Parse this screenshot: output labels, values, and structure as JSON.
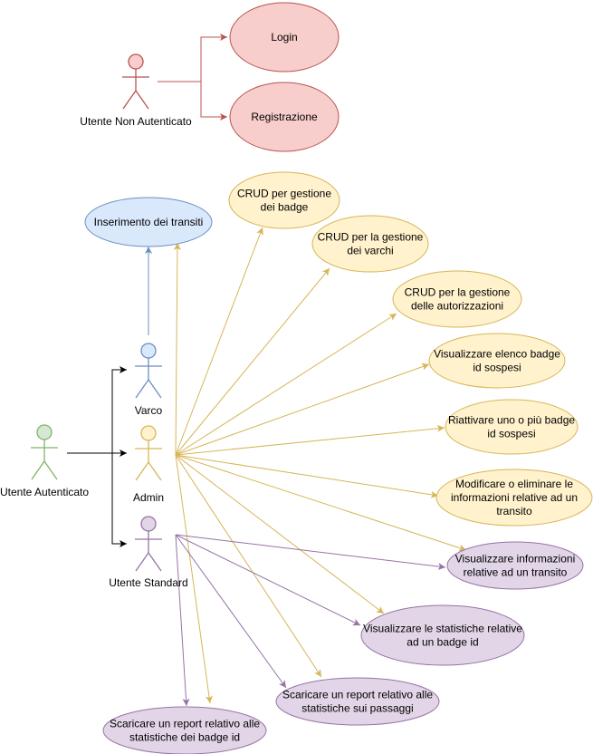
{
  "colors": {
    "red_stroke": "#b85450",
    "red_fill": "#f8cecc",
    "yellow_stroke": "#d6b656",
    "yellow_fill": "#fff2cc",
    "blue_stroke": "#6c8ebf",
    "blue_fill": "#dae8fc",
    "purple_stroke": "#9673a6",
    "purple_fill": "#e1d5e7",
    "green_stroke": "#82b366",
    "green_fill": "#d5e8d4",
    "black": "#000000"
  },
  "actors": {
    "non_auth": {
      "label": "Utente Non Autenticato",
      "color": "red"
    },
    "auth": {
      "label": "Utente Autenticato",
      "color": "green"
    },
    "varco": {
      "label": "Varco",
      "color": "blue"
    },
    "admin": {
      "label": "Admin",
      "color": "yellow"
    },
    "standard": {
      "label": "Utente Standard",
      "color": "purple"
    }
  },
  "use_cases": {
    "login": {
      "lines": [
        "Login"
      ],
      "color": "red"
    },
    "registrazione": {
      "lines": [
        "Registrazione"
      ],
      "color": "red"
    },
    "inserimento": {
      "lines": [
        "Inserimento dei transiti"
      ],
      "color": "blue"
    },
    "crud_badge": {
      "lines": [
        "CRUD per gestione",
        "dei badge"
      ],
      "color": "yellow"
    },
    "crud_varchi": {
      "lines": [
        "CRUD per la gestione",
        "dei varchi"
      ],
      "color": "yellow"
    },
    "crud_autorizzazioni": {
      "lines": [
        "CRUD per la gestione",
        "delle autorizzazioni"
      ],
      "color": "yellow"
    },
    "elenco_sospesi": {
      "lines": [
        "Visualizzare elenco badge",
        "id sospesi"
      ],
      "color": "yellow"
    },
    "riattivare": {
      "lines": [
        "Riattivare uno o più badge",
        "id sospesi"
      ],
      "color": "yellow"
    },
    "modificare": {
      "lines": [
        "Modificare o eliminare le",
        "informazioni relative ad un",
        "transito"
      ],
      "color": "yellow"
    },
    "info_transito": {
      "lines": [
        "Visualizzare informazioni",
        "relative ad un transito"
      ],
      "color": "purple"
    },
    "statistiche_badge": {
      "lines": [
        "Visualizzare le statistiche relative",
        "ad un badge id"
      ],
      "color": "purple"
    },
    "report_passaggi": {
      "lines": [
        "Scaricare un report relativo alle",
        "statistiche sui passaggi"
      ],
      "color": "purple"
    },
    "report_badge": {
      "lines": [
        "Scaricare un report relativo alle",
        "statistiche dei badge id"
      ],
      "color": "purple"
    }
  }
}
